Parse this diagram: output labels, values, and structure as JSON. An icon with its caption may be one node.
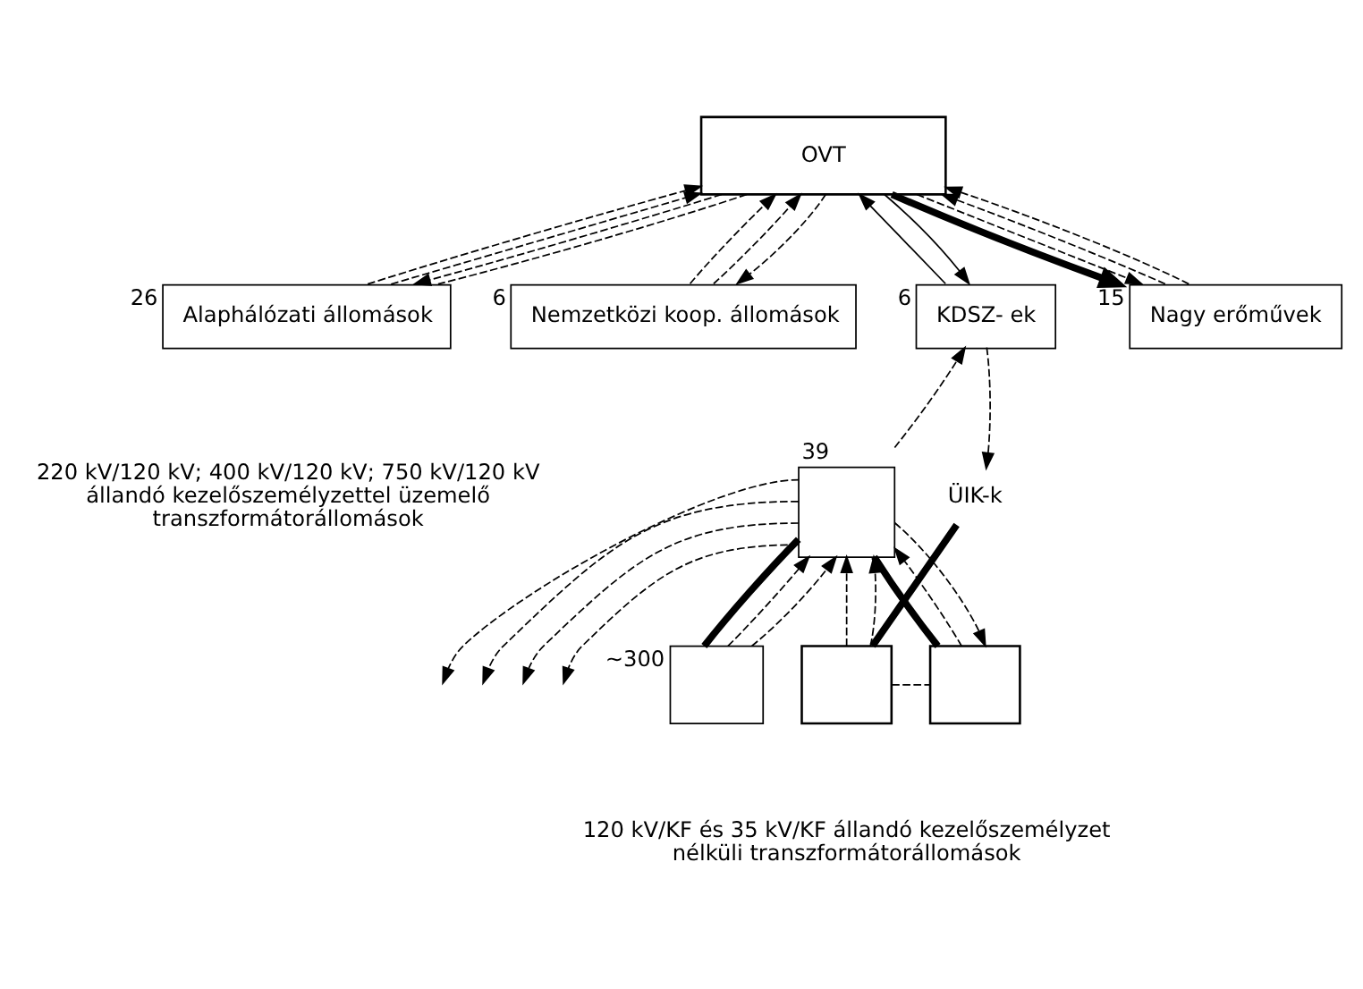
{
  "diagram": {
    "nodes": [
      {
        "text": [
          "OVT"
        ]
      },
      {
        "text": [
          "Alaphálózati állomások"
        ],
        "beside": [
          "26"
        ]
      },
      {
        "text": [
          "Nemzetközi koop. állomások"
        ],
        "beside": [
          "6"
        ]
      },
      {
        "text": [
          "KDSZ- ek"
        ],
        "beside": [
          "6"
        ]
      },
      {
        "text": [
          "Nagy erőművek"
        ],
        "beside": [
          "15"
        ]
      },
      {
        "text": [],
        "shape": "box",
        "beside": [
          "39"
        ]
      },
      {
        "text": [
          "ÜIK-k"
        ]
      },
      {
        "text": [],
        "shape": "box",
        "beside": [
          "~300"
        ]
      },
      {
        "text": [],
        "shape": "box"
      },
      {
        "text": [],
        "shape": "box"
      }
    ],
    "edges": [
      {
        "from": 1,
        "to": 0,
        "arrow": "to",
        "style": "dashed"
      },
      {
        "from": 1,
        "to": 0,
        "arrow": "to",
        "style": "dashed"
      },
      {
        "from": 0,
        "to": 1,
        "arrow": "to",
        "style": "dashed"
      },
      {
        "from": 0,
        "to": 1,
        "arrow": "none",
        "style": "dashed"
      },
      {
        "from": 2,
        "to": 0,
        "arrow": "to",
        "style": "dashed"
      },
      {
        "from": 2,
        "to": 0,
        "arrow": "to",
        "style": "dashed"
      },
      {
        "from": 0,
        "to": 2,
        "arrow": "to",
        "style": "dashed"
      },
      {
        "from": 3,
        "to": 0,
        "arrow": "to"
      },
      {
        "from": 0,
        "to": 3,
        "arrow": "to"
      },
      {
        "from": 0,
        "to": 4,
        "arrow": "to",
        "style": "thick"
      },
      {
        "from": 0,
        "to": 4,
        "arrow": "to",
        "style": "dashed"
      },
      {
        "from": 4,
        "to": 0,
        "arrow": "to",
        "style": "dashed"
      },
      {
        "from": 4,
        "to": 0,
        "arrow": "to",
        "style": "dashed"
      },
      {
        "from": 5,
        "to": 3,
        "arrow": "to",
        "style": "dashed"
      },
      {
        "from": 3,
        "to": 6,
        "arrow": "to",
        "style": "dashed"
      },
      {
        "from": 5,
        "to": null,
        "arrow": "to",
        "style": "dashed"
      },
      {
        "from": 5,
        "to": null,
        "arrow": "to",
        "style": "dashed"
      },
      {
        "from": 5,
        "to": null,
        "arrow": "to",
        "style": "dashed"
      },
      {
        "from": 5,
        "to": null,
        "arrow": "to",
        "style": "dashed"
      },
      {
        "from": 7,
        "to": 5,
        "arrow": "none",
        "style": "thick"
      },
      {
        "from": 7,
        "to": 5,
        "arrow": "to",
        "style": "dashed"
      },
      {
        "from": 7,
        "to": 5,
        "arrow": "to",
        "style": "dashed"
      },
      {
        "from": 8,
        "to": 6,
        "arrow": "none",
        "style": "thick"
      },
      {
        "from": 8,
        "to": 5,
        "arrow": "to",
        "style": "dashed"
      },
      {
        "from": 8,
        "to": 5,
        "arrow": "to",
        "style": "dashed"
      },
      {
        "from": 9,
        "to": 5,
        "arrow": "none",
        "style": "thick"
      },
      {
        "from": 9,
        "to": 5,
        "arrow": "to",
        "style": "dashed"
      },
      {
        "from": 5,
        "to": 9,
        "arrow": "to",
        "style": "dashed"
      },
      {
        "from": 8,
        "to": 9,
        "arrow": "none",
        "style": "dashed"
      }
    ],
    "labels": [
      "220 kV/120 kV; 400 kV/120 kV; 750 kV/120 kV állandó kezelőszemélyzettel üzemelő transzformátorállomások",
      "120 kV/KF és 35 kV/KF állandó kezelőszemélyzet nélküli transzformátorállomások"
    ]
  }
}
